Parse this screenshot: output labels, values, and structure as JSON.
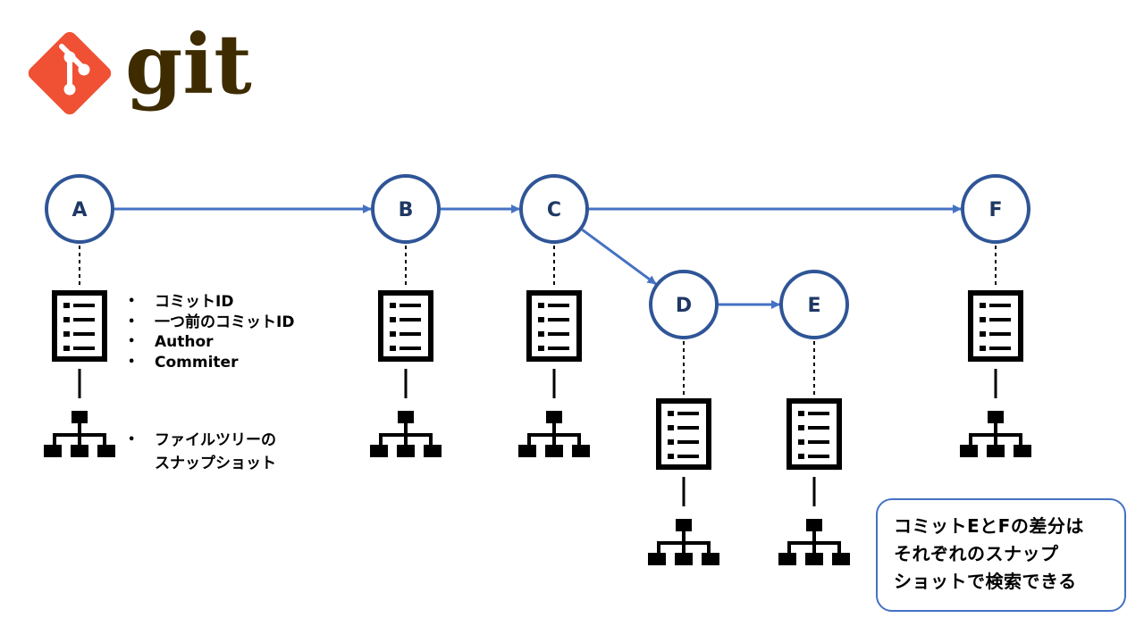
{
  "logo": {
    "text": "git",
    "icon": "git-logo-icon",
    "color_icon": "#f05033",
    "color_text": "#3e2c00"
  },
  "colors": {
    "node_stroke": "#2f5597",
    "edge": "#4472c4",
    "label": "#1f3864"
  },
  "commits": [
    {
      "id": "A"
    },
    {
      "id": "B"
    },
    {
      "id": "C"
    },
    {
      "id": "D"
    },
    {
      "id": "E"
    },
    {
      "id": "F"
    }
  ],
  "edges": [
    {
      "from": "A",
      "to": "B"
    },
    {
      "from": "B",
      "to": "C"
    },
    {
      "from": "C",
      "to": "F"
    },
    {
      "from": "C",
      "to": "D"
    },
    {
      "from": "D",
      "to": "E"
    }
  ],
  "legend": {
    "commit_object_items": [
      "コミットID",
      "一つ前のコミットID",
      "Author",
      "Commiter"
    ],
    "tree_items": [
      "ファイルツリーの\nスナップショット"
    ]
  },
  "note": {
    "text": "コミットEとFの差分は\nそれぞれのスナップ\nショットで検索できる"
  }
}
